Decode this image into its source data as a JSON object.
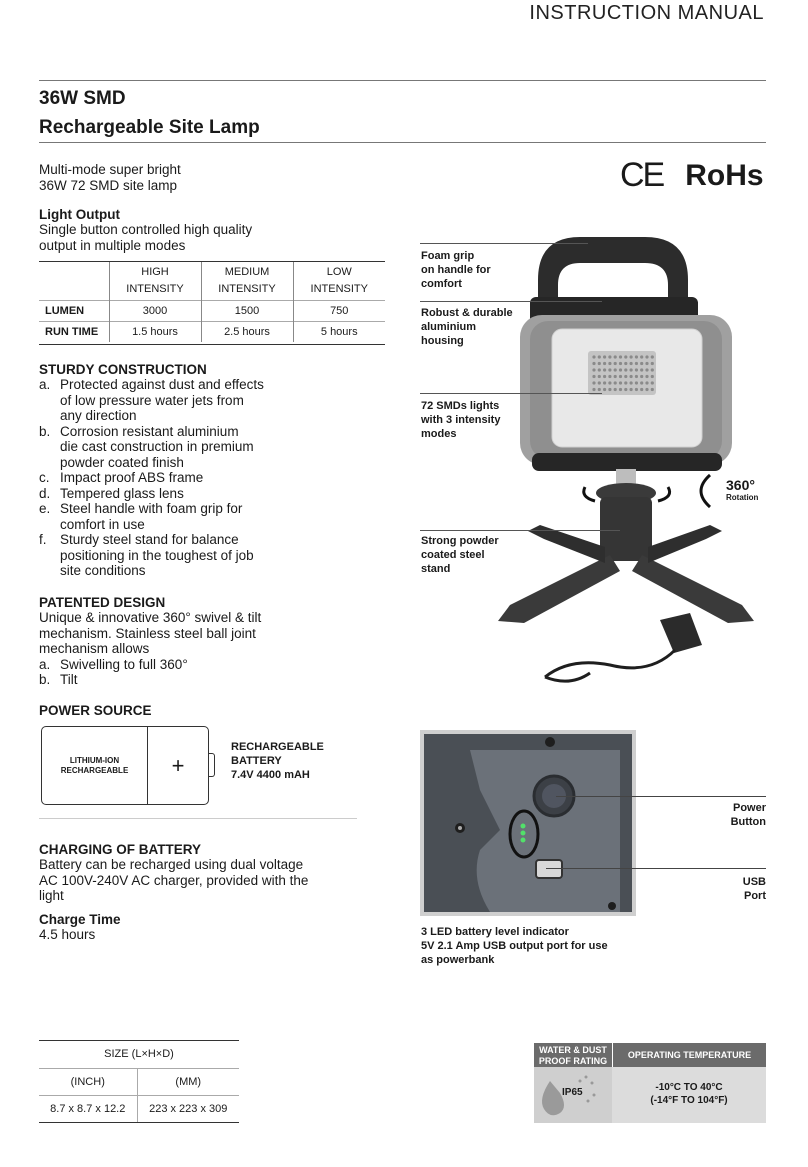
{
  "header": {
    "title": "INSTRUCTION MANUAL"
  },
  "product": {
    "model": "36W SMD",
    "name": "Rechargeable Site Lamp"
  },
  "intro": {
    "line1": "Multi-mode super bright",
    "line2": "36W 72 SMD site lamp"
  },
  "certifications": {
    "ce": "CE",
    "rohs": "RoHs"
  },
  "light_output": {
    "heading": "Light Output",
    "line1": "Single button controlled high quality",
    "line2": "output in multiple modes",
    "columns": [
      "",
      "HIGH\nINTENSITY",
      "MEDIUM\nINTENSITY",
      "LOW\nINTENSITY"
    ],
    "col_high_1": "HIGH",
    "col_high_2": "INTENSITY",
    "col_med_1": "MEDIUM",
    "col_med_2": "INTENSITY",
    "col_low_1": "LOW",
    "col_low_2": "INTENSITY",
    "rows": [
      {
        "label": "LUMEN",
        "high": "3000",
        "medium": "1500",
        "low": "750"
      },
      {
        "label": "RUN TIME",
        "high": "1.5 hours",
        "medium": "2.5 hours",
        "low": "5 hours"
      }
    ]
  },
  "sturdy": {
    "heading": "STURDY CONSTRUCTION",
    "items": [
      {
        "letter": "a.",
        "l1": "Protected against dust and effects",
        "l2": "of low pressure water jets from",
        "l3": "any direction"
      },
      {
        "letter": "b.",
        "l1": "Corrosion resistant aluminium",
        "l2": "die cast construction in premium",
        "l3": "powder coated finish"
      },
      {
        "letter": "c.",
        "l1": "Impact proof ABS frame"
      },
      {
        "letter": "d.",
        "l1": "Tempered glass lens"
      },
      {
        "letter": "e.",
        "l1": "Steel handle with foam grip for",
        "l2": "comfort in use"
      },
      {
        "letter": "f.",
        "l1": "Sturdy steel stand for balance",
        "l2": "positioning in the toughest of job",
        "l3": "site conditions"
      }
    ]
  },
  "patented": {
    "heading": "PATENTED DESIGN",
    "line1": "Unique & innovative 360° swivel & tilt",
    "line2": "mechanism. Stainless steel ball joint",
    "line3": "mechanism allows",
    "items": [
      {
        "letter": "a.",
        "text": "Swivelling to full 360°"
      },
      {
        "letter": "b.",
        "text": "Tilt"
      }
    ]
  },
  "power": {
    "heading": "POWER SOURCE",
    "battery_l1": "LITHIUM-ION",
    "battery_l2": "RECHARGEABLE",
    "plus": "+",
    "label_l1": "RECHARGEABLE",
    "label_l2": "BATTERY",
    "label_l3": "7.4V 4400 mAH"
  },
  "charging": {
    "heading": "CHARGING OF BATTERY",
    "line1": "Battery can be recharged using dual voltage",
    "line2": "AC 100V-240V AC charger, provided with the",
    "line3": "light",
    "time_heading": "Charge Time",
    "time_value": "4.5 hours"
  },
  "callouts": {
    "foam": [
      "Foam grip",
      "on handle for",
      "comfort"
    ],
    "robust": [
      "Robust & durable",
      "aluminium",
      "housing"
    ],
    "smds": [
      "72 SMDs lights",
      "with 3 intensity",
      "modes"
    ],
    "stand": [
      "Strong powder",
      "coated steel",
      "stand"
    ],
    "rotation_value": "360°",
    "rotation_label": "Rotation",
    "power_button": [
      "Power",
      "Button"
    ],
    "usb_port": [
      "USB",
      "Port"
    ],
    "panel_caption": [
      "3 LED battery level indicator",
      "5V 2.1 Amp USB output port for use",
      "as powerbank"
    ]
  },
  "size": {
    "title": "SIZE (L×H×D)",
    "col_inch": "(INCH)",
    "col_mm": "(MM)",
    "inch": "8.7 x 8.7 x 12.2",
    "mm": "223 x 223 x 309"
  },
  "ratings": {
    "water_l1": "WATER & DUST",
    "water_l2": "PROOF RATING",
    "ip": "IP65",
    "temp_heading": "OPERATING TEMPERATURE",
    "temp_c": "-10°C TO 40°C",
    "temp_f": "(-14°F TO 104°F)"
  }
}
